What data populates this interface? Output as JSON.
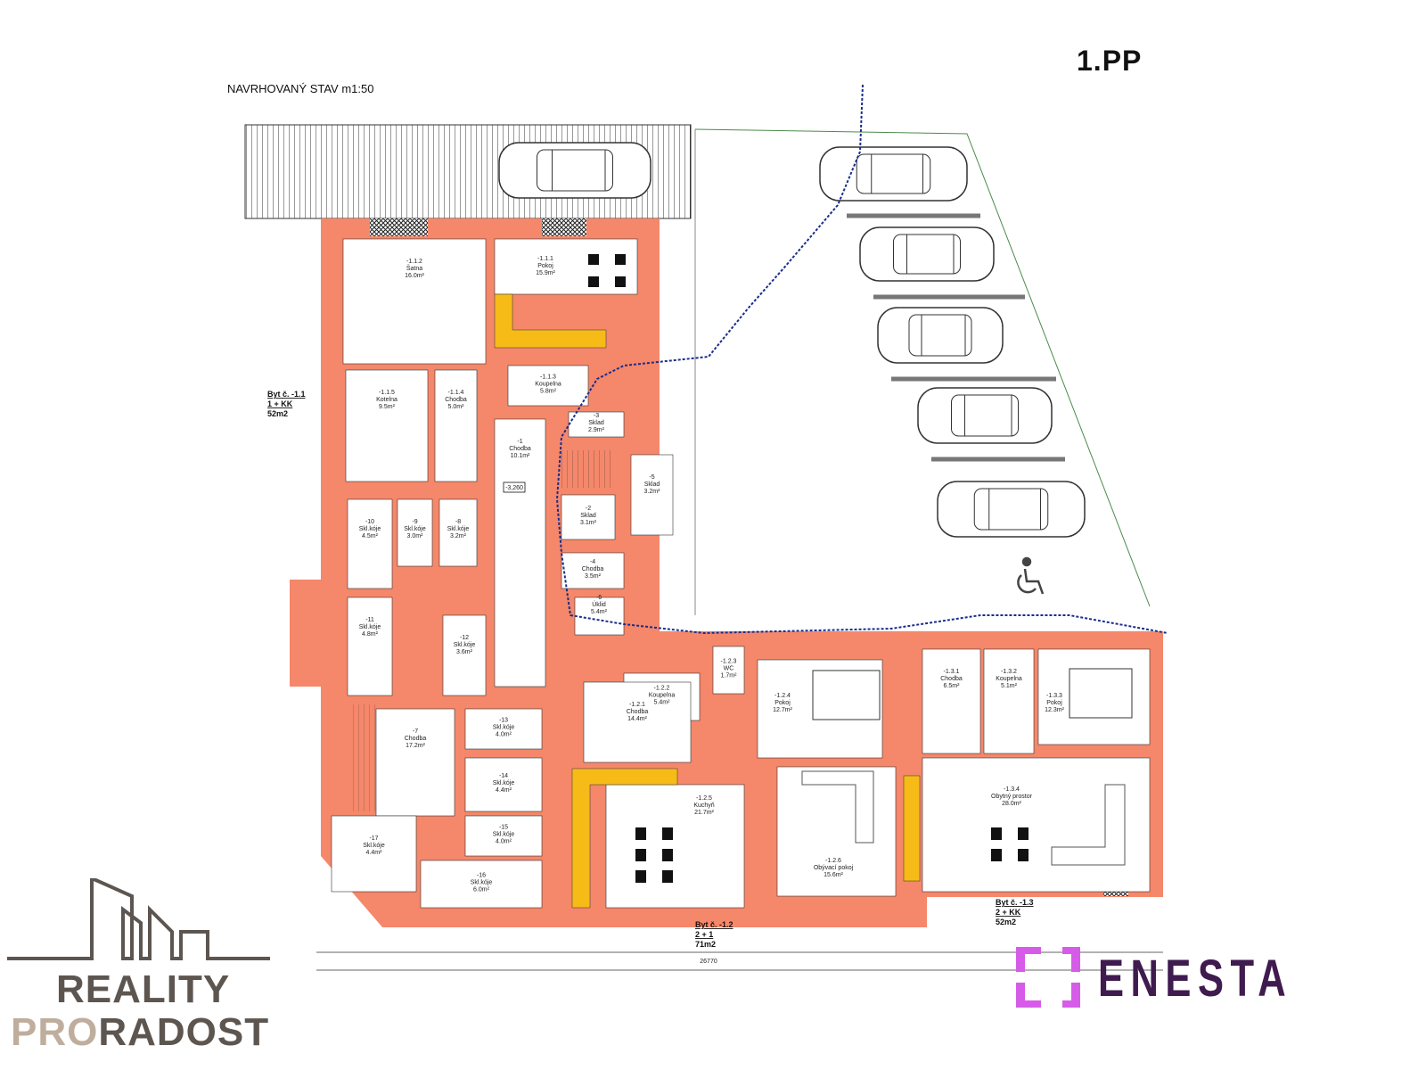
{
  "header": {
    "title": "NAVRHOVANÝ STAV m1:50",
    "sheet": "1.PP"
  },
  "colors": {
    "wall": "#f5876a",
    "kitchen": "#f6bb17",
    "path": "#1a2d8a",
    "site": "#4c8a4c"
  },
  "apartments": [
    {
      "label": "Byt č. -1.1",
      "type": "1 + KK",
      "area": "52m2"
    },
    {
      "label": "Byt č. -1.2",
      "type": "2 + 1",
      "area": "71m2"
    },
    {
      "label": "Byt č. -1.3",
      "type": "2 + KK",
      "area": "52m2"
    }
  ],
  "rooms": [
    {
      "id": "-1.1.2",
      "name": "Šatna",
      "area": "16.0m²"
    },
    {
      "id": "-1.1.1",
      "name": "Pokoj",
      "area": "15.9m²"
    },
    {
      "id": "-1.1.5",
      "name": "Kotelna",
      "area": "9.5m²"
    },
    {
      "id": "-1.1.4",
      "name": "Chodba",
      "area": "5.0m²"
    },
    {
      "id": "-1.1.3",
      "name": "Koupelna",
      "area": "5.8m²"
    },
    {
      "id": "-3",
      "name": "Sklad",
      "area": "2.9m²"
    },
    {
      "id": "-5",
      "name": "Sklad",
      "area": "3.2m²"
    },
    {
      "id": "-2",
      "name": "Sklad",
      "area": "3.1m²"
    },
    {
      "id": "-4",
      "name": "Chodba",
      "area": "3.5m²"
    },
    {
      "id": "-6",
      "name": "Úklid",
      "area": "5.4m²"
    },
    {
      "id": "-1",
      "name": "Chodba",
      "area": "10.1m²"
    },
    {
      "id": "-9",
      "name": "Skl.kóje",
      "area": "3.0m²"
    },
    {
      "id": "-8",
      "name": "Skl.kóje",
      "area": "3.2m²"
    },
    {
      "id": "-10",
      "name": "Skl.kóje",
      "area": "4.5m²"
    },
    {
      "id": "-11",
      "name": "Skl.kóje",
      "area": "4.8m²"
    },
    {
      "id": "-12",
      "name": "Skl.kóje",
      "area": "3.6m²"
    },
    {
      "id": "-7",
      "name": "Chodba",
      "area": "17.2m²"
    },
    {
      "id": "-13",
      "name": "Skl.kóje",
      "area": "4.0m²"
    },
    {
      "id": "-14",
      "name": "Skl.kóje",
      "area": "4.4m²"
    },
    {
      "id": "-15",
      "name": "Skl.kóje",
      "area": "4.0m²"
    },
    {
      "id": "-16",
      "name": "Skl.kóje",
      "area": "6.0m²"
    },
    {
      "id": "-17",
      "name": "Skl.kóje",
      "area": "4.4m²"
    },
    {
      "id": "-1.2.2",
      "name": "Koupelna",
      "area": "5.4m²"
    },
    {
      "id": "-1.2.1",
      "name": "Chodba",
      "area": "14.4m²"
    },
    {
      "id": "-1.2.3",
      "name": "WC",
      "area": "1.7m²"
    },
    {
      "id": "-1.2.5",
      "name": "Kuchyň",
      "area": "21.7m²"
    },
    {
      "id": "-1.2.4",
      "name": "Pokoj",
      "area": "12.7m²"
    },
    {
      "id": "-1.2.6",
      "name": "Obývací pokoj",
      "area": "15.6m²"
    },
    {
      "id": "-1.3.1",
      "name": "Chodba",
      "area": "6.5m²"
    },
    {
      "id": "-1.3.2",
      "name": "Koupelna",
      "area": "5.1m²"
    },
    {
      "id": "-1.3.3",
      "name": "Pokoj",
      "area": "12.3m²"
    },
    {
      "id": "-1.3.4",
      "name": "Obytný prostor",
      "area": "28.0m²"
    }
  ],
  "level_mark": "-3,260",
  "dimensions": {
    "total_width": "26770"
  },
  "logos": {
    "reality": {
      "line1": "REALITY",
      "line2_a": "PRO",
      "line2_b": "RADOST"
    },
    "enesta": {
      "name": "ENESTA"
    }
  }
}
